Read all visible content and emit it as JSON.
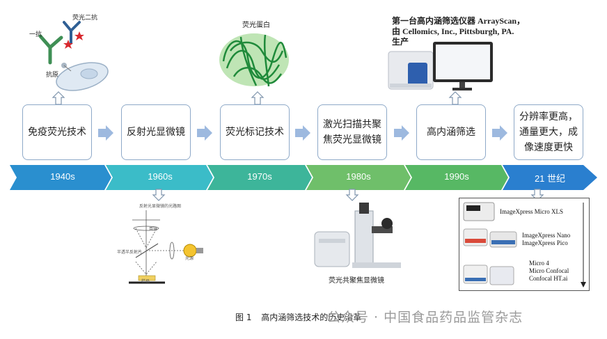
{
  "illustrations": {
    "immuno": {
      "label_primary": "一抗",
      "label_secondary": "荧光二抗",
      "label_antigen": "抗原"
    },
    "gfp": {
      "label": "荧光蛋白"
    },
    "arrayscan": {
      "text_line1": "第一台高内涵筛选仪器 ArrayScan，",
      "text_line2": "由 Cellomics, Inc., Pittsburgh, PA.",
      "text_line3": "生产"
    },
    "reflected": {
      "title": "反射光显微镜的光路图",
      "label_lens": "目镜",
      "label_splitter": "半透半反射片",
      "label_light": "光源",
      "label_specimen": "样品"
    },
    "confocal": {
      "label": "荧光共聚焦显微镜"
    },
    "instruments": [
      {
        "name": "ImageXpress Micro XLS"
      },
      {
        "name": "ImageXpress Nano\nImageXpress Pico"
      },
      {
        "name": "Micro 4\nMicro Confocal\nConfocal HT.ai"
      }
    ]
  },
  "stages": [
    {
      "title": "免疫荧光技术",
      "era": "1940s"
    },
    {
      "title": "反射光显微镜",
      "era": "1960s"
    },
    {
      "title": "荧光标记技术",
      "era": "1970s"
    },
    {
      "title": "激光扫描共聚\n焦荧光显微镜",
      "era": "1980s"
    },
    {
      "title": "高内涵筛选",
      "era": "1990s"
    },
    {
      "title": "分辨率更高，\n通量更大，成\n像速度更快",
      "era": "21 世纪"
    }
  ],
  "colors": {
    "timeline": [
      "#2a8fcf",
      "#3bbcc8",
      "#3db59a",
      "#6fbf6a",
      "#57b864",
      "#2a7fcf"
    ],
    "chevron": "#9db9df",
    "box_border": "#8ea9c8"
  },
  "caption": {
    "figure": "图 1",
    "text": "高内涵筛选技术的历史沿革"
  },
  "watermark": "公众号 · 中国食品药品监管杂志"
}
